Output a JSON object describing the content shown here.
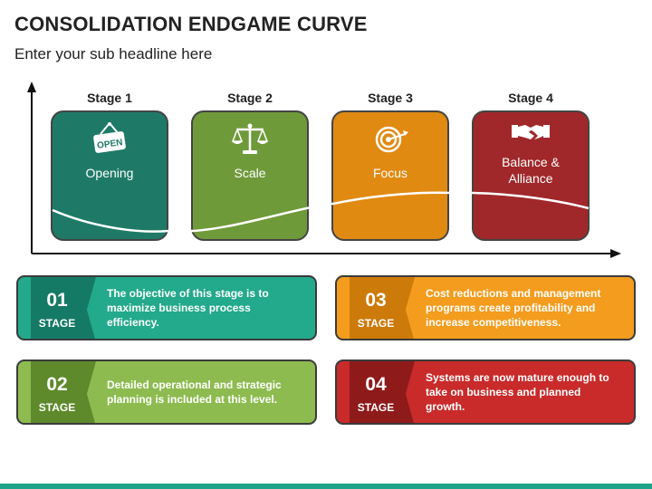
{
  "header": {
    "title": "CONSOLIDATION ENDGAME CURVE",
    "subtitle": "Enter your sub headline here"
  },
  "stages": [
    {
      "label": "Stage 1",
      "name": "Opening",
      "icon": "open-sign-icon",
      "sign_text": "OPEN",
      "color": "#1e7a67"
    },
    {
      "label": "Stage 2",
      "name": "Scale",
      "icon": "balance-scale-icon",
      "color": "#6f9a3a"
    },
    {
      "label": "Stage 3",
      "name": "Focus",
      "icon": "target-icon",
      "color": "#e08a12"
    },
    {
      "label": "Stage 4",
      "name_line1": "Balance &",
      "name_line2": "Alliance",
      "icon": "handshake-icon",
      "color": "#a0282a"
    }
  ],
  "cards": [
    {
      "num": "01",
      "stage": "STAGE",
      "text": "The objective of this stage is to maximize business process efficiency.",
      "color": "#23a98b",
      "tab_color": "#157a65"
    },
    {
      "num": "02",
      "stage": "STAGE",
      "text": "Detailed operational and strategic planning is included at this level.",
      "color": "#8dbb4f",
      "tab_color": "#5e8a2b"
    },
    {
      "num": "03",
      "stage": "STAGE",
      "text": "Cost reductions and management programs create profitability and increase competitiveness.",
      "color": "#f39c1e",
      "tab_color": "#cc7a0a"
    },
    {
      "num": "04",
      "stage": "STAGE",
      "text": "Systems are now mature enough to take on business and planned growth.",
      "color": "#c92a2a",
      "tab_color": "#8e1a1a"
    }
  ]
}
